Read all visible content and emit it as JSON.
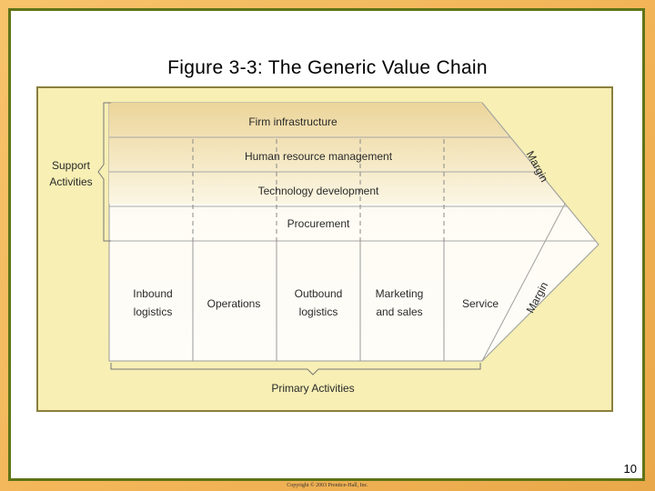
{
  "slide": {
    "title": "Figure 3-3:  The Generic Value Chain",
    "page_number": "10",
    "copyright": "Copyright © 2003 Prentice-Hall, Inc."
  },
  "diagram": {
    "support_label": [
      "Support",
      "Activities"
    ],
    "support_activities": [
      "Firm infrastructure",
      "Human resource management",
      "Technology development",
      "Procurement"
    ],
    "primary_activities": [
      [
        "Inbound",
        "logistics"
      ],
      [
        "Operations"
      ],
      [
        "Outbound",
        "logistics"
      ],
      [
        "Marketing",
        "and sales"
      ],
      [
        "Service"
      ]
    ],
    "primary_label": "Primary Activities",
    "margin_label": "Margin",
    "colors": {
      "panel": "#f7efb4",
      "band_top": "#efd99e",
      "band_bottom": "#fbf5df",
      "primary_fill": "#fdfbf0",
      "frame": "#5f7417",
      "line": "#9a9a9a"
    }
  }
}
